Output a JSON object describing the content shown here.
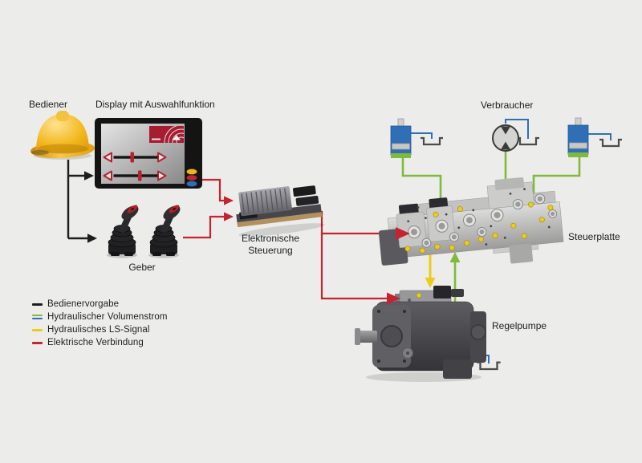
{
  "labels": {
    "bediener": "Bediener",
    "display": "Display mit Auswahlfunktion",
    "geber": "Geber",
    "ecu": "Elektronische Steuerung",
    "verbraucher": "Verbraucher",
    "steuerplatte": "Steuerplatte",
    "regelpumpe": "Regelpumpe"
  },
  "legend": {
    "items": [
      {
        "label": "Bedienervorgabe",
        "line_type": "operator-input"
      },
      {
        "label": "Hydraulischer Volumenstrom",
        "line_type": "hydraulic-flow-and-return"
      },
      {
        "label": "Hydraulisches LS-Signal",
        "line_type": "hydraulic-ls-signal"
      },
      {
        "label": "Elektrische Verbindung",
        "line_type": "electrical-connection"
      }
    ]
  },
  "icons": {
    "helmet-icon": "yellow safety helmet (operator)",
    "display-icon": "black HMI display with two sliders, brand badge, three buttons",
    "joystick-icon": "two black control joysticks",
    "ecu-icon": "electronic control board with heat sink",
    "valve-block-icon": "control plate valve manifold",
    "pump-icon": "variable displacement pump",
    "cylinder-icon": "hydraulic cylinder symbol",
    "motor-icon": "hydraulic motor symbol",
    "tank-icon": "hydraulic tank symbol"
  },
  "colors": {
    "background": "#ececea",
    "ink": "#1d1d1b",
    "flow": "#7fba3d",
    "return": "#2f6fb5",
    "ls": "#eccb1d",
    "electric": "#c32430",
    "brand": "#a51d31"
  }
}
